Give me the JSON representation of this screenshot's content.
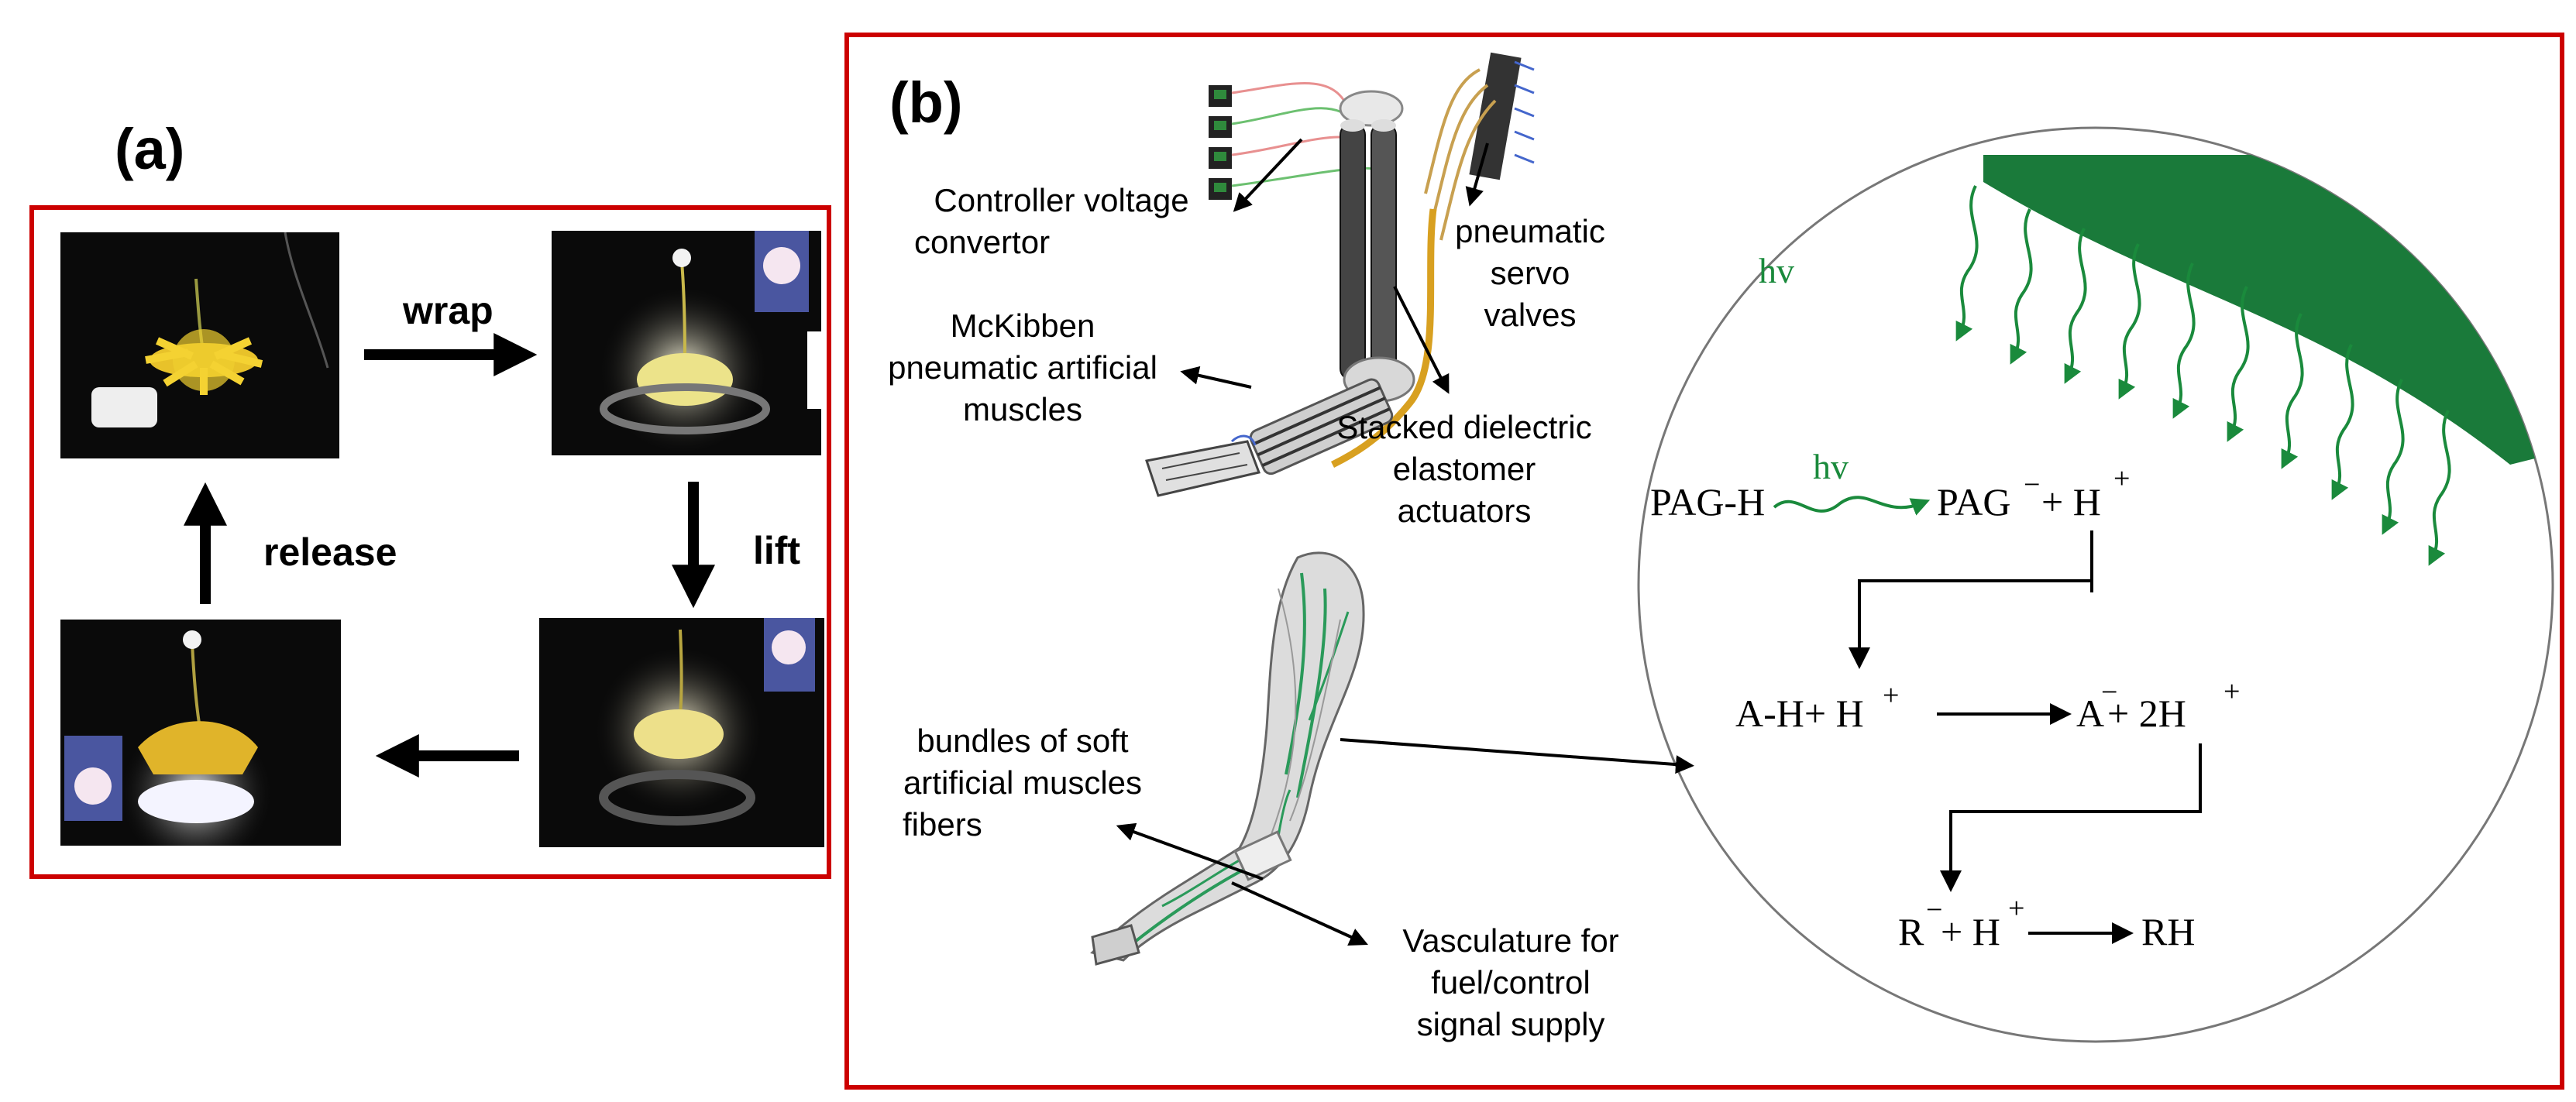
{
  "panel_a": {
    "label": "(a)",
    "steps": {
      "wrap": "wrap",
      "lift": "lift",
      "release": "release"
    }
  },
  "panel_b": {
    "label": "(b)",
    "annotations": {
      "controller": [
        "Controller voltage",
        "convertor"
      ],
      "servo": [
        "pneumatic",
        "servo",
        "valves"
      ],
      "mckibben": [
        "McKibben",
        "pneumatic artificial",
        "muscles"
      ],
      "dielectric": [
        "Stacked dielectric",
        "elastomer",
        "actuators"
      ],
      "bundles": [
        "bundles of soft",
        "artificial muscles",
        "fibers"
      ],
      "vasculature": [
        "Vasculature for",
        "fuel/control",
        "signal supply"
      ]
    },
    "chemistry": {
      "hv_light": "hv",
      "hv_arrow": "hv",
      "reaction1_left": "PAG-H",
      "reaction1_right_a": "PAG",
      "reaction1_right_b": "+ H",
      "reaction2_left": "A-H+ H",
      "reaction2_right_a": "A",
      "reaction2_right_b": " + 2H",
      "reaction3_left_a": "R",
      "reaction3_left_b": "+ H",
      "reaction3_right": "RH",
      "sup_minus": "−",
      "sup_plus": "+"
    },
    "colors": {
      "green": "#1a8a3c",
      "frame_red": "#cc0000"
    }
  }
}
